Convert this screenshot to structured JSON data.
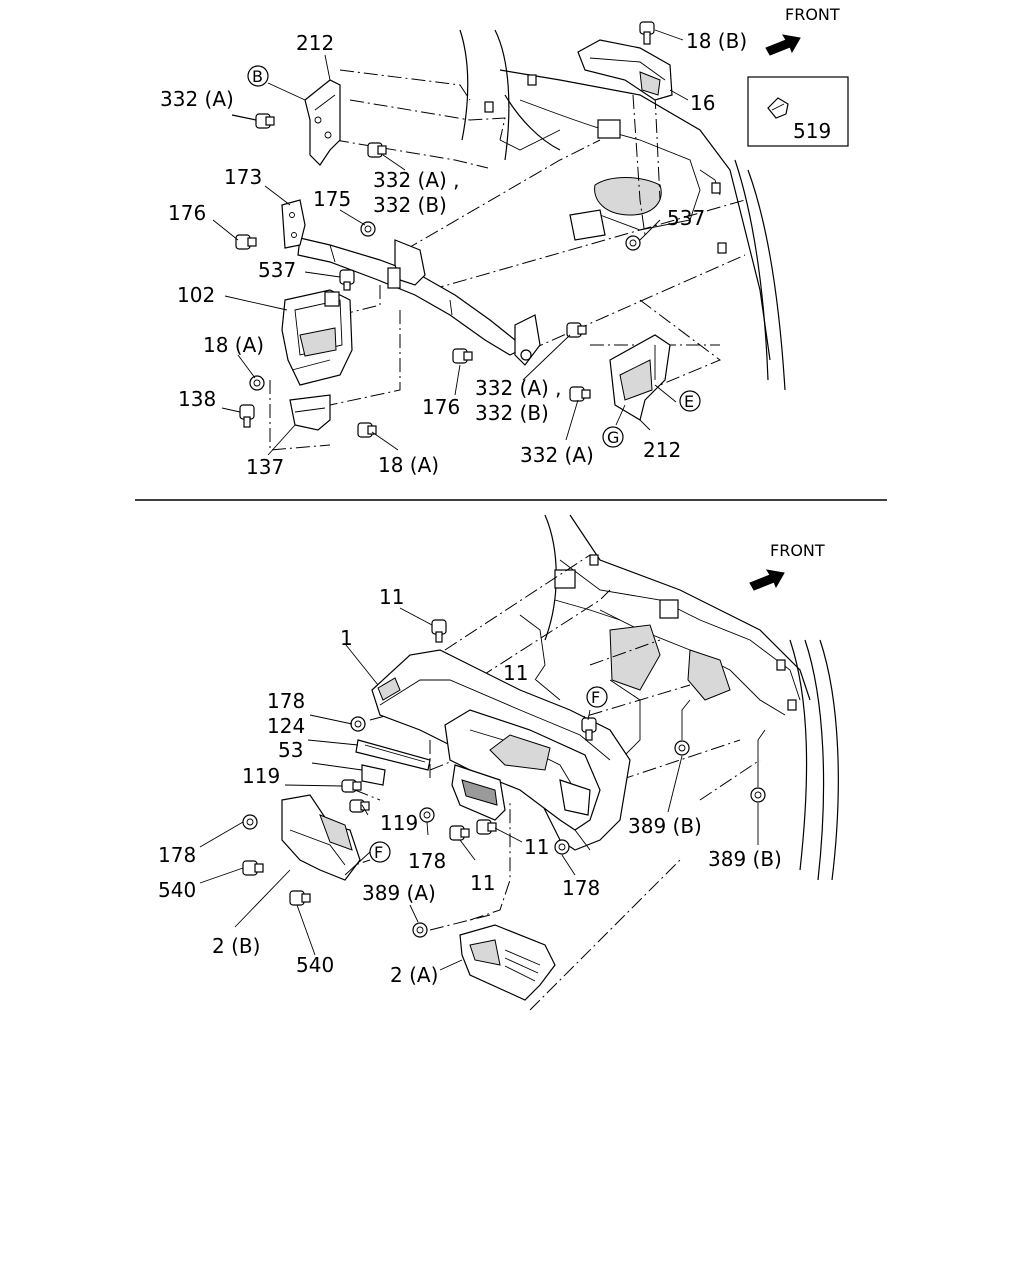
{
  "top": {
    "front_label": "FRONT",
    "inset_label": "519",
    "labels": {
      "l212a": "212",
      "l332a1": "332 (A)",
      "lB": "B",
      "l332ab_1a": "332 (A) ,",
      "l332ab_1b": "332 (B)",
      "l173": "173",
      "l176a": "176",
      "l175": "175",
      "l537a": "537",
      "l102": "102",
      "l18a1": "18 (A)",
      "l138": "138",
      "l137": "137",
      "l18a2": "18 (A)",
      "l176b": "176",
      "l332ab_2a": "332 (A) ,",
      "l332ab_2b": "332 (B)",
      "l332a2": "332 (A)",
      "lG": "G",
      "l212b": "212",
      "lE": "E",
      "l537b": "537",
      "l18b": "18 (B)",
      "l16": "16"
    }
  },
  "bottom": {
    "front_label": "FRONT",
    "labels": {
      "l11a": "11",
      "l1": "1",
      "l11b": "11",
      "lF1": "F",
      "l178a": "178",
      "l124": "124",
      "l53": "53",
      "l119a": "119",
      "l119b": "119",
      "l178b": "178",
      "l178c": "178",
      "l11c": "11",
      "l11d": "11",
      "l178d": "178",
      "l540a": "540",
      "lF2": "F",
      "l2b": "2 (B)",
      "l540b": "540",
      "l389a": "389 (A)",
      "l2a": "2 (A)",
      "l389b1": "389 (B)",
      "l389b2": "389 (B)"
    }
  },
  "icons": {
    "front_arrow": "front-arrow-icon",
    "fastener": "bolt-icon",
    "nut": "nut-icon",
    "clip": "clip-icon"
  }
}
